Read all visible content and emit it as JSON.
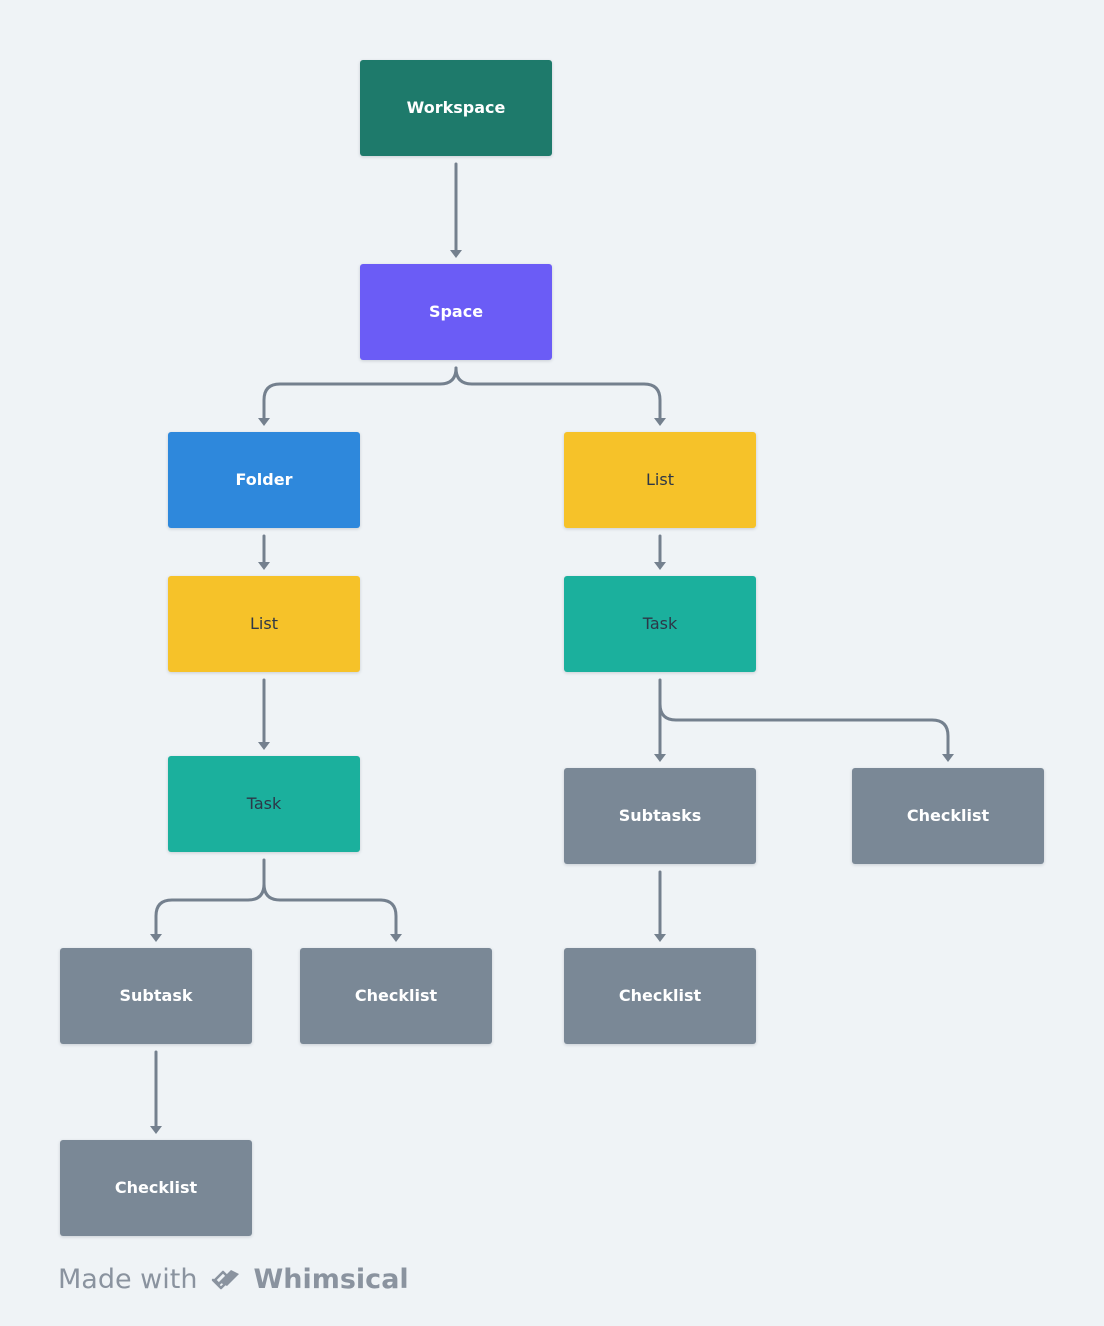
{
  "diagram": {
    "nodes": {
      "workspace": "Workspace",
      "space": "Space",
      "folder": "Folder",
      "list_left": "List",
      "list_right": "List",
      "task_left": "Task",
      "task_right": "Task",
      "subtask_left": "Subtask",
      "checklist_task_left": "Checklist",
      "checklist_subtask_left": "Checklist",
      "subtasks_right": "Subtasks",
      "checklist_task_right": "Checklist",
      "checklist_subtasks_right": "Checklist"
    },
    "colors": {
      "background": "#eff3f6",
      "workspace": "#1e7a6b",
      "space": "#6b5cf6",
      "folder": "#2e88dc",
      "list": "#f6c229",
      "task": "#1bb09d",
      "leaf": "#7a8896",
      "connector": "#74808e"
    }
  },
  "footer": {
    "made_with": "Made with",
    "brand": "Whimsical",
    "logo_icon": "whimsical-logo-icon"
  }
}
